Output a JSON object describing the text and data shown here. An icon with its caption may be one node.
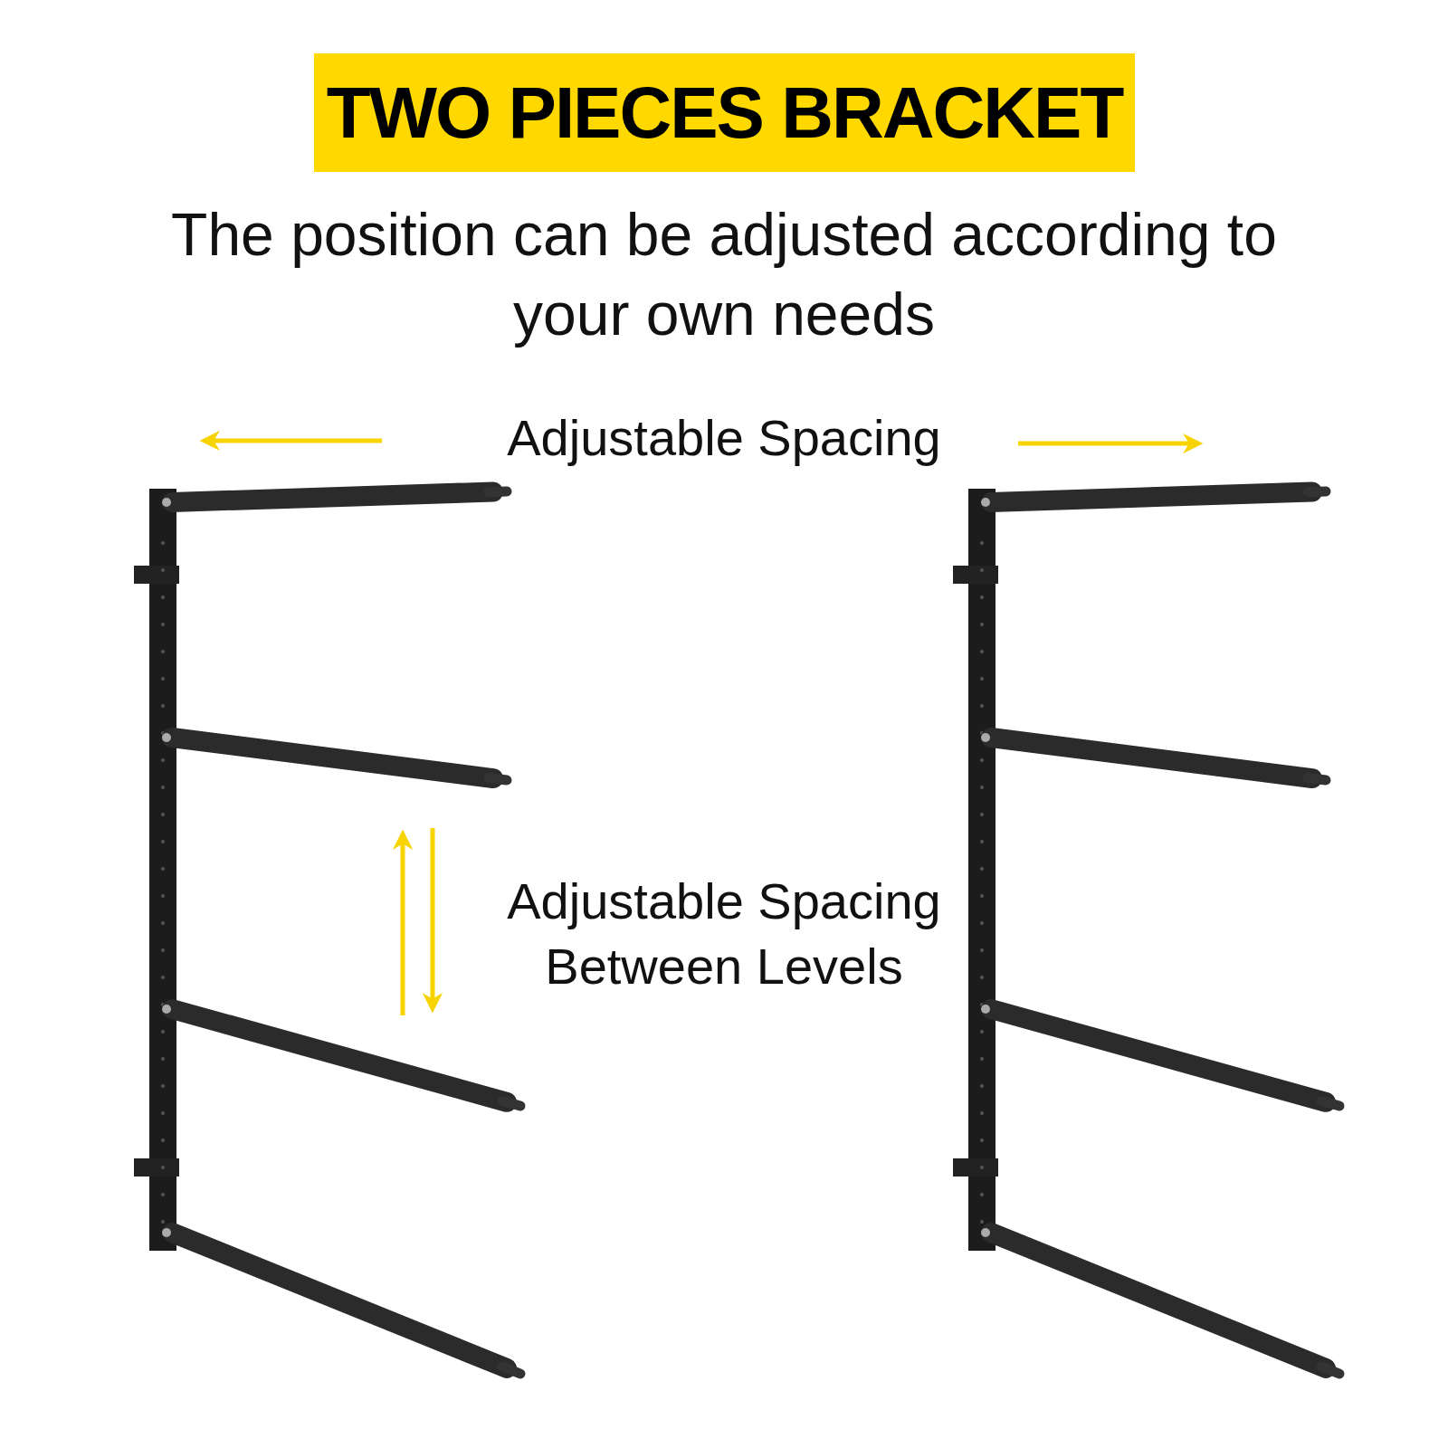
{
  "diagram": {
    "title": "TWO PIECES BRACKET",
    "labels": [
      "The position can be adjusted according to your own needs",
      "Adjustable Spacing",
      "Adjustable Spacing Between Levels"
    ]
  }
}
